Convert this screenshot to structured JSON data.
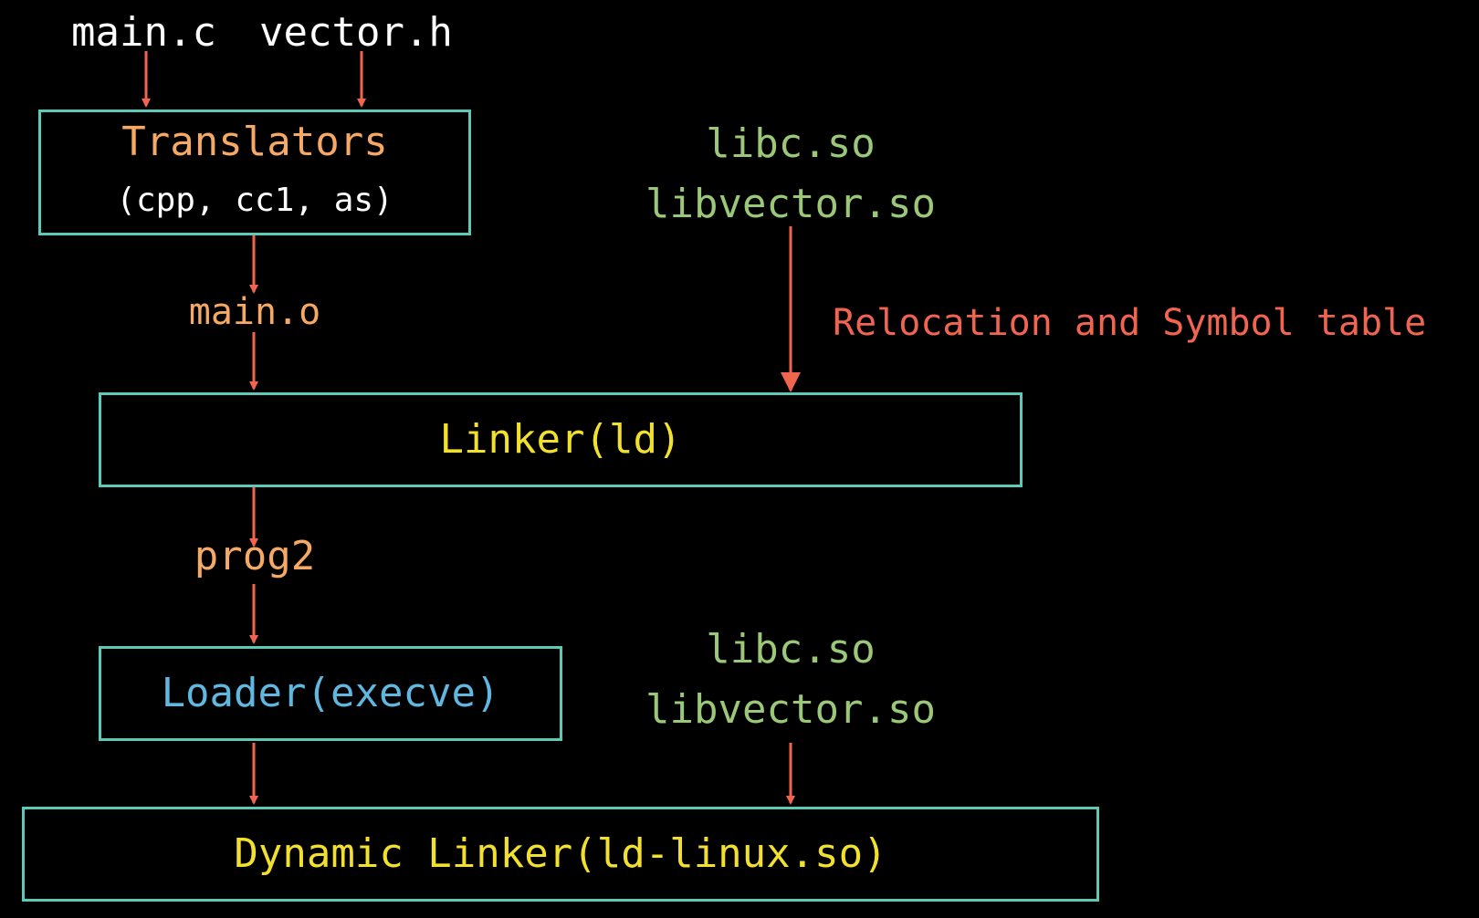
{
  "inputs": {
    "source_file": "main.c",
    "header_file": "vector.h"
  },
  "translators": {
    "title": "Translators",
    "subtitle": "(cpp, cc1, as)"
  },
  "object_file": "main.o",
  "shared_libs_top": {
    "lib1": "libc.so",
    "lib2": "libvector.so"
  },
  "relocation_label": "Relocation and Symbol table",
  "linker": {
    "title": "Linker(ld)"
  },
  "executable": "prog2",
  "loader": {
    "title": "Loader(execve)"
  },
  "shared_libs_bottom": {
    "lib1": "libc.so",
    "lib2": "libvector.so"
  },
  "dynamic_linker": {
    "title": "Dynamic Linker(ld-linux.so)"
  },
  "colors": {
    "background": "#000000",
    "box_border": "#5fc9b8",
    "arrow": "#f06450",
    "input_text": "#ffffff",
    "translator_text": "#f5a964",
    "file_text": "#f5a964",
    "lib_text": "#9bc878",
    "relocation_text": "#f06450",
    "linker_text": "#f2e02e",
    "loader_text": "#60b8e0"
  }
}
